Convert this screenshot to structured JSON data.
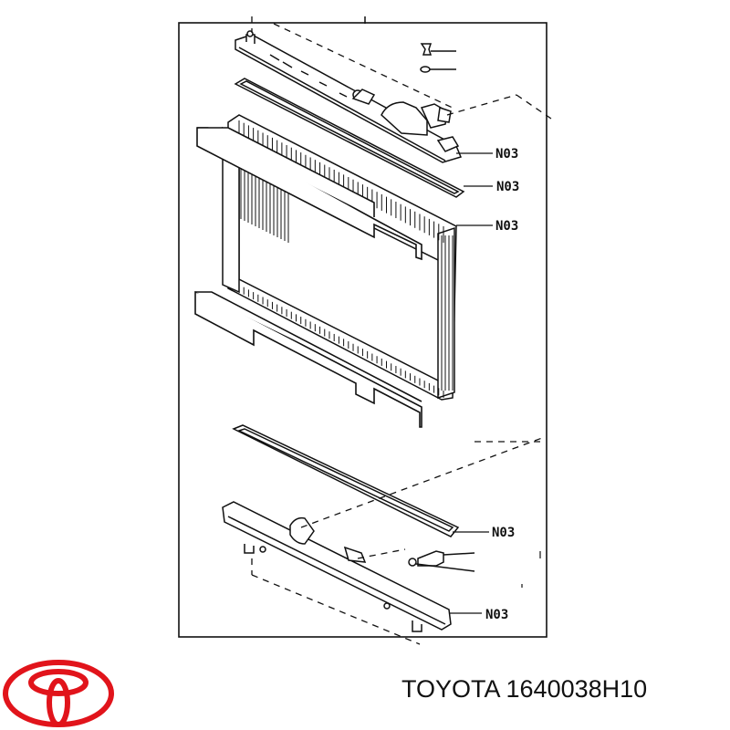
{
  "diagram": {
    "callouts": [
      "N03",
      "N03",
      "N03",
      "N03",
      "N03"
    ]
  },
  "caption": {
    "text": "TOYOTA 1640038H10"
  },
  "logo": {
    "name": "toyota-logo-icon",
    "color": "#e1141b"
  },
  "colors": {
    "line": "#111111",
    "background": "#ffffff"
  }
}
